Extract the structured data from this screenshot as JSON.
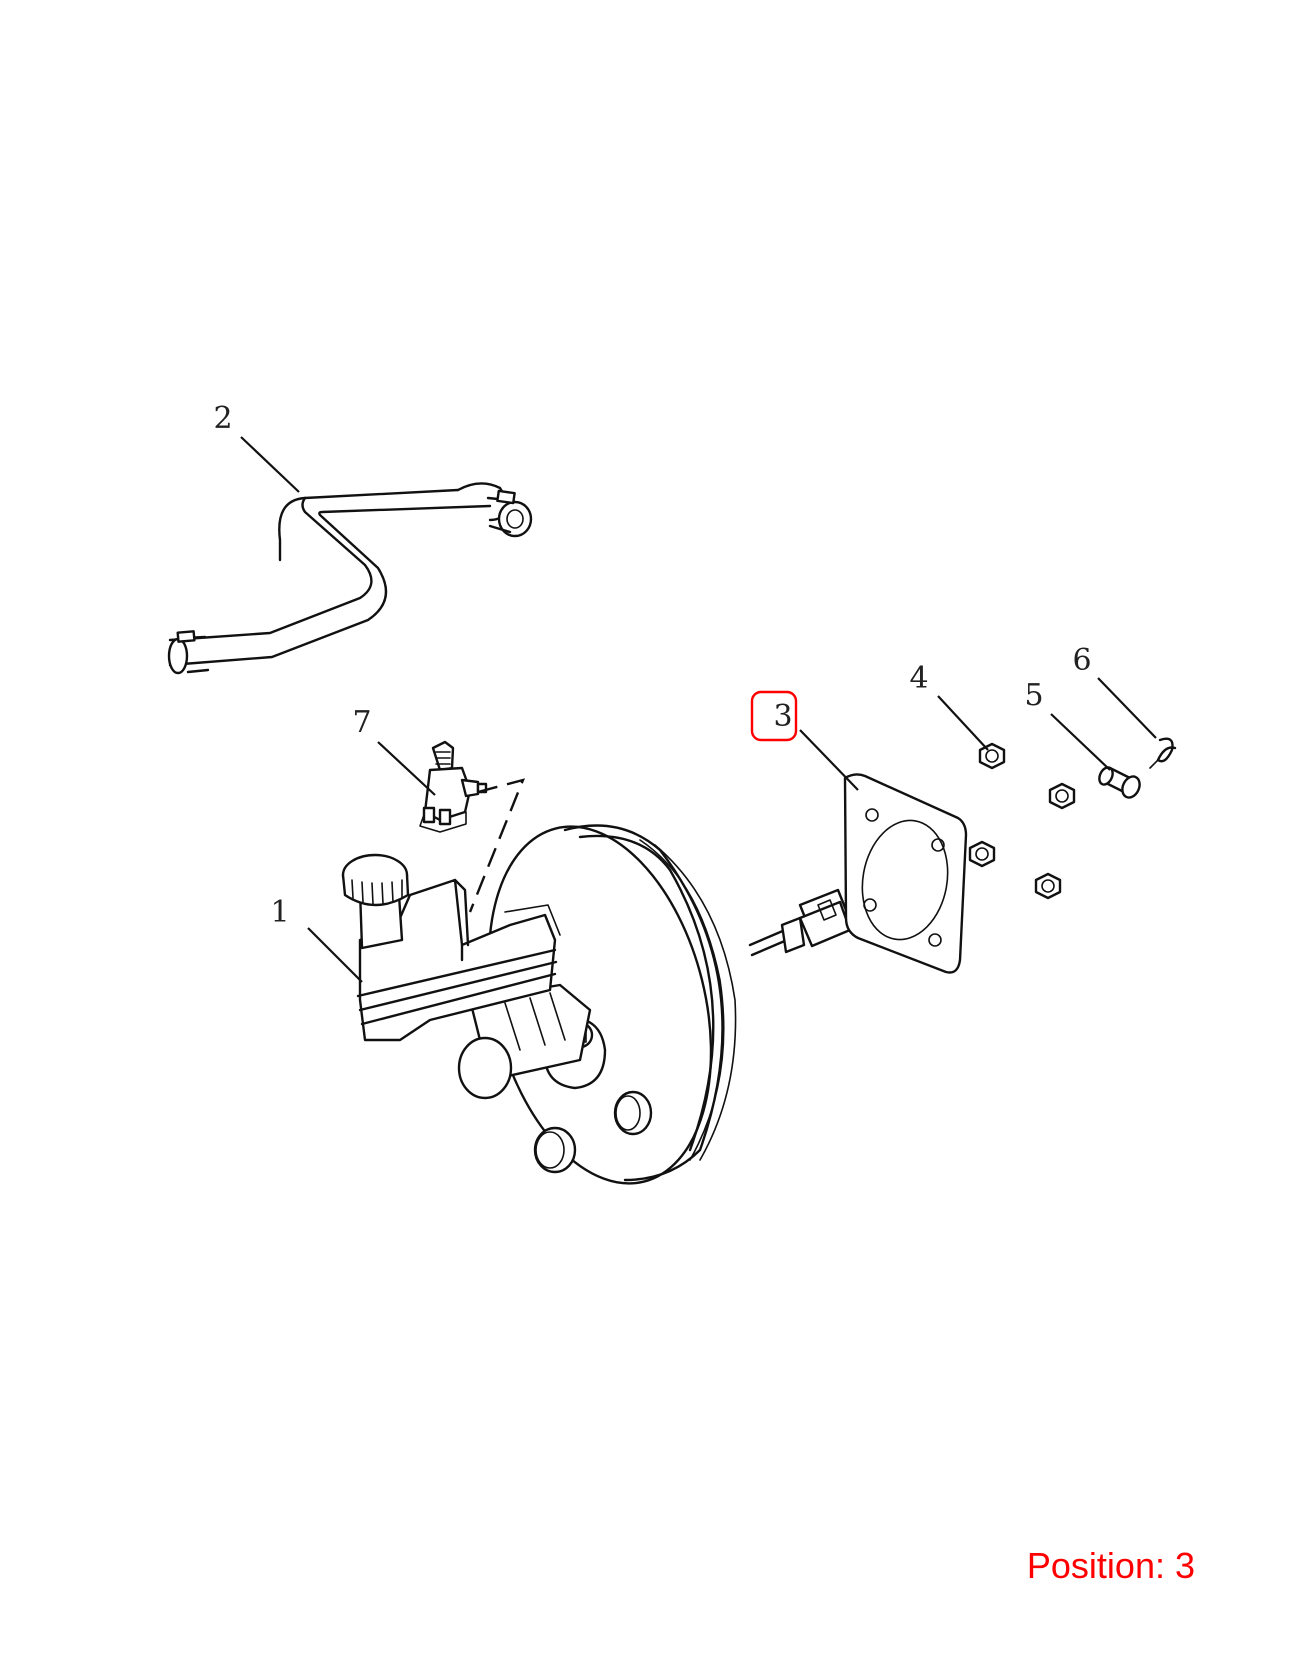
{
  "callouts": [
    {
      "id": "1",
      "label": "1"
    },
    {
      "id": "2",
      "label": "2"
    },
    {
      "id": "3",
      "label": "3",
      "highlighted": true
    },
    {
      "id": "4",
      "label": "4"
    },
    {
      "id": "5",
      "label": "5"
    },
    {
      "id": "6",
      "label": "6"
    },
    {
      "id": "7",
      "label": "7"
    }
  ],
  "position_text": "Position: 3",
  "colors": {
    "highlight": "#ff0000",
    "line": "#111111",
    "background": "#ffffff"
  }
}
